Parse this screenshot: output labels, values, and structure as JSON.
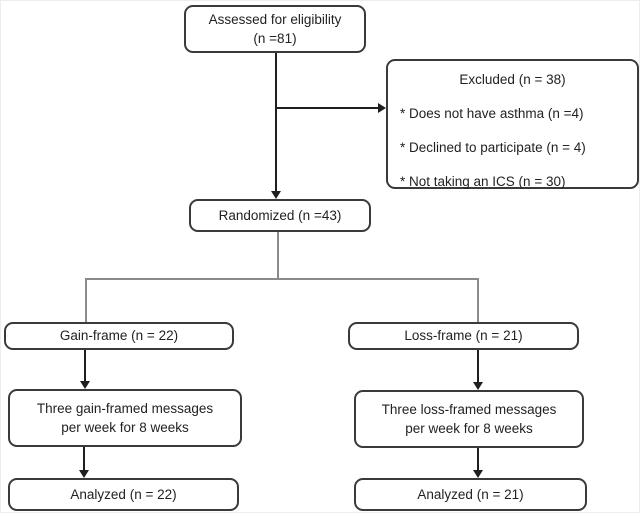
{
  "colors": {
    "background": "#ffffff",
    "box_border": "#3a3a3a",
    "arrow": "#1f1f1f",
    "connector": "#8a8a8a",
    "text": "#222222"
  },
  "flowchart": {
    "assessed": {
      "line1": "Assessed for eligibility",
      "line2": "(n =81)"
    },
    "excluded": {
      "title": "Excluded (n = 38)",
      "items": [
        "* Does not have asthma (n =4)",
        "* Declined to participate (n = 4)",
        "* Not taking an ICS (n = 30)"
      ]
    },
    "randomized": {
      "label": "Randomized (n =43)"
    },
    "gain_frame": {
      "label": "Gain-frame (n = 22)"
    },
    "loss_frame": {
      "label": "Loss-frame (n = 21)"
    },
    "gain_messages": {
      "line1": "Three gain-framed messages",
      "line2": "per week for 8 weeks"
    },
    "loss_messages": {
      "line1": "Three loss-framed messages",
      "line2": "per week for 8 weeks"
    },
    "analyzed_gain": {
      "label": "Analyzed (n = 22)"
    },
    "analyzed_loss": {
      "label": "Analyzed (n = 21)"
    }
  }
}
